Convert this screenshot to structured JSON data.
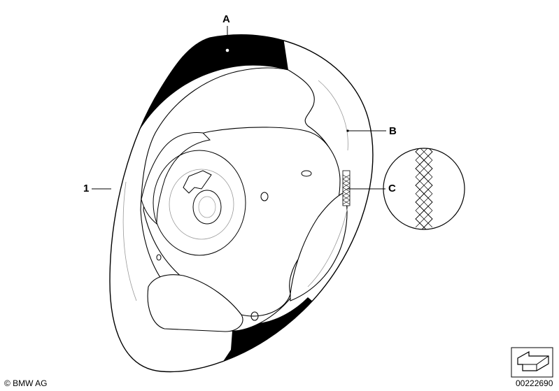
{
  "diagram": {
    "callouts": {
      "a": "A",
      "b": "B",
      "c": "C",
      "part": "1"
    },
    "copyright": "© BMW AG",
    "image_number": "00222690",
    "colors": {
      "line": "#000000",
      "fill": "#ffffff",
      "dark_section": "#000000",
      "inner_detail": "#999999"
    }
  }
}
